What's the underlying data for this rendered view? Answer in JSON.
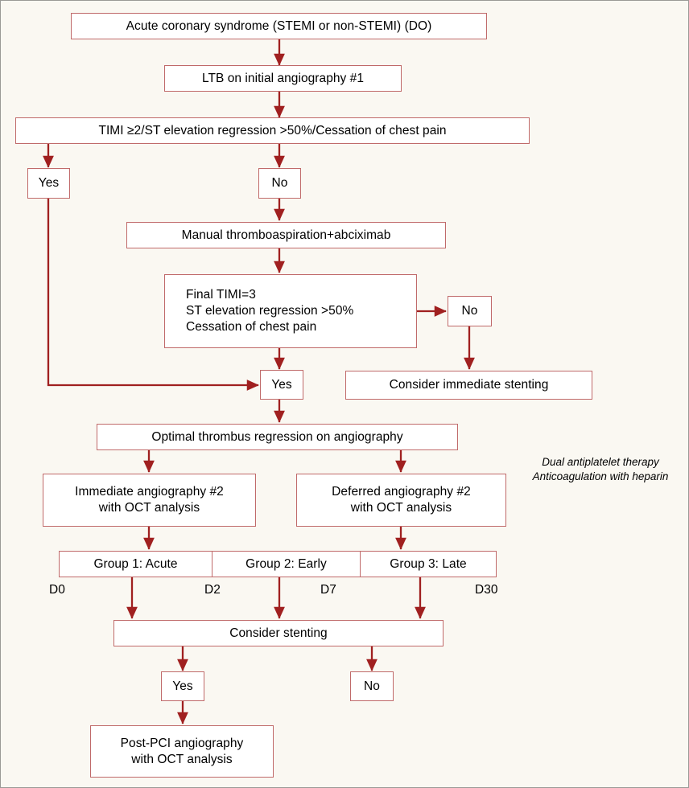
{
  "figure": {
    "type": "clinical-trial-flowchart",
    "background_color": "#faf8f2",
    "box_border_color": "#c06a6a",
    "arrow_color": "#a02020",
    "text_color": "#000000"
  },
  "nodes": {
    "acs": "Acute coronary syndrome (STEMI or non-STEMI) (DO)",
    "ltb": "LTB on initial angiography #1",
    "timi_criteria": "TIMI ≥2/ST elevation regression >50%/Cessation of chest pain",
    "yes_1": "Yes",
    "no_1": "No",
    "thromboaspiration": "Manual thromboaspiration+abciximab",
    "final_timi": "Final TIMI=3\nST elevation regression >50%\nCessation of chest pain",
    "no_2": "No",
    "yes_2": "Yes",
    "immediate_stenting": "Consider immediate stenting",
    "optimal_regression": "Optimal thrombus regression on angiography",
    "immediate_angio": "Immediate angiography #2\nwith OCT analysis",
    "deferred_angio": "Deferred angiography #2\nwith OCT analysis",
    "group1": "Group 1: Acute",
    "group2": "Group 2: Early",
    "group3": "Group 3: Late",
    "consider_stenting": "Consider stenting",
    "yes_3": "Yes",
    "no_3": "No",
    "post_pci": "Post-PCI angiography\nwith OCT analysis"
  },
  "day_axis": {
    "d0": "D0",
    "d2": "D2",
    "d7": "D7",
    "d30": "D30"
  },
  "side_note": "Dual antiplatelet therapy\nAnticoagulation with heparin"
}
